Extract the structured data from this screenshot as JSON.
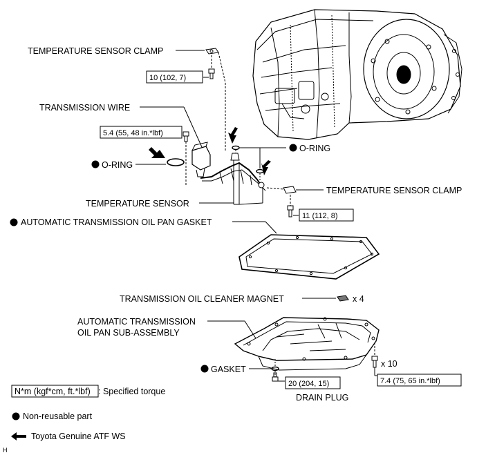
{
  "labels": {
    "temp_clamp_top": "TEMPERATURE SENSOR CLAMP",
    "transmission_wire": "TRANSMISSION WIRE",
    "oring_left": "O-RING",
    "oring_right": "O-RING",
    "temp_clamp_right": "TEMPERATURE SENSOR CLAMP",
    "temp_sensor": "TEMPERATURE SENSOR",
    "oil_pan_gasket": "AUTOMATIC TRANSMISSION OIL PAN GASKET",
    "cleaner_magnet": "TRANSMISSION OIL CLEANER MAGNET",
    "magnet_qty": "x 4",
    "oil_pan_line1": "AUTOMATIC TRANSMISSION",
    "oil_pan_line2": "OIL PAN SUB-ASSEMBLY",
    "gasket": "GASKET",
    "pan_bolt_qty": "x 10",
    "drain_plug": "DRAIN PLUG",
    "corner_mark": "H"
  },
  "torques": {
    "temp_clamp_top": "10 (102, 7)",
    "wire_bolt": "5.4 (55, 48 in.*lbf)",
    "temp_clamp_right": "11 (112, 8)",
    "drain_plug": "20 (204, 15)",
    "pan_bolts": "7.4 (75, 65 in.*lbf)"
  },
  "legend": {
    "torque_unit": "N*m (kgf*cm, ft.*lbf)",
    "torque_desc": ": Specified torque",
    "non_reusable": "Non-reusable part",
    "atf": "Toyota Genuine ATF WS"
  }
}
